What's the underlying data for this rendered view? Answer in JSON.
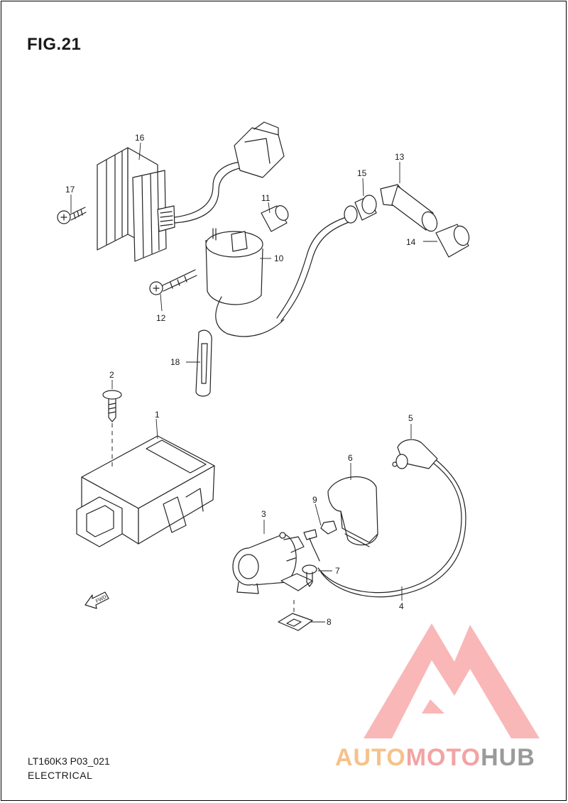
{
  "figure": {
    "title": "FIG.21",
    "code": "LT160K3 P03_021",
    "section": "ELECTRICAL"
  },
  "callouts": [
    "1",
    "2",
    "3",
    "4",
    "5",
    "6",
    "7",
    "8",
    "9",
    "10",
    "11",
    "12",
    "13",
    "14",
    "15",
    "16",
    "17",
    "18"
  ],
  "fwd_arrow_label": "FWD",
  "watermark": {
    "part1": "AUTO",
    "part2": "MOTO",
    "part3": "HUB",
    "colors": {
      "auto": "#f6c28a",
      "moto": "#f3a3a3",
      "hub": "#9a9a9a",
      "logo": "#f7a0a0"
    }
  }
}
